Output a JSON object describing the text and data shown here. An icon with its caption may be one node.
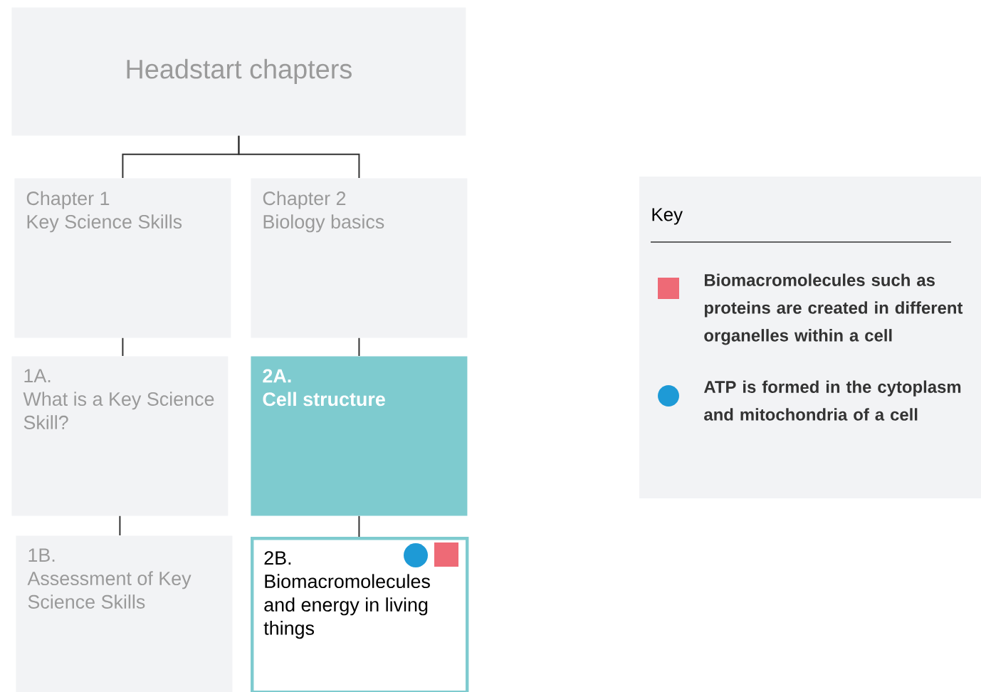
{
  "diagram": {
    "nodes": [
      {
        "text": [
          "Headstart chapters"
        ]
      },
      {
        "text": [
          "Chapter 1",
          "Key Science Skills"
        ]
      },
      {
        "text": [
          "Chapter 2",
          "Biology basics"
        ]
      },
      {
        "text": [
          "1A.",
          "What is a Key Science Skill?"
        ]
      },
      {
        "text": [
          "2A.",
          "Cell structure"
        ]
      },
      {
        "text": [
          "1B.",
          "Assessment of Key Science Skills"
        ]
      },
      {
        "text": [
          "2B.",
          "Biomacromolecules and energy in living things"
        ]
      }
    ],
    "edges": [
      {
        "from": 0,
        "to": 1,
        "arrow": "none"
      },
      {
        "from": 0,
        "to": 2,
        "arrow": "none"
      },
      {
        "from": 1,
        "to": 3,
        "arrow": "none"
      },
      {
        "from": 2,
        "to": 4,
        "arrow": "none"
      },
      {
        "from": 3,
        "to": 5,
        "arrow": "none"
      },
      {
        "from": 4,
        "to": 6,
        "arrow": "none"
      }
    ],
    "labels": [
      "Key"
    ],
    "legend": [
      {
        "text": "Biomacromolecules such as proteins are created in different organelles within a cell",
        "color": "#ee6a76"
      },
      {
        "text": "ATP is formed in the cytoplasm and mitochondria of a cell",
        "color": "#1e9ad6"
      }
    ]
  }
}
